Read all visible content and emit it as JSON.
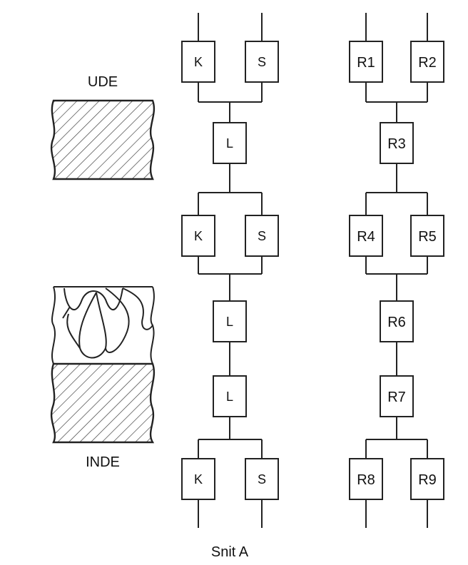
{
  "labels": {
    "outside": "UDE",
    "inside": "INDE",
    "caption": "Snit A"
  },
  "left_network": {
    "boxes": [
      "K",
      "S",
      "L",
      "K",
      "S",
      "L",
      "L",
      "K",
      "S"
    ]
  },
  "right_network": {
    "boxes": [
      "R1",
      "R2",
      "R3",
      "R4",
      "R5",
      "R6",
      "R7",
      "R8",
      "R9"
    ]
  },
  "colors": {
    "line": "#222222",
    "background": "#ffffff"
  }
}
